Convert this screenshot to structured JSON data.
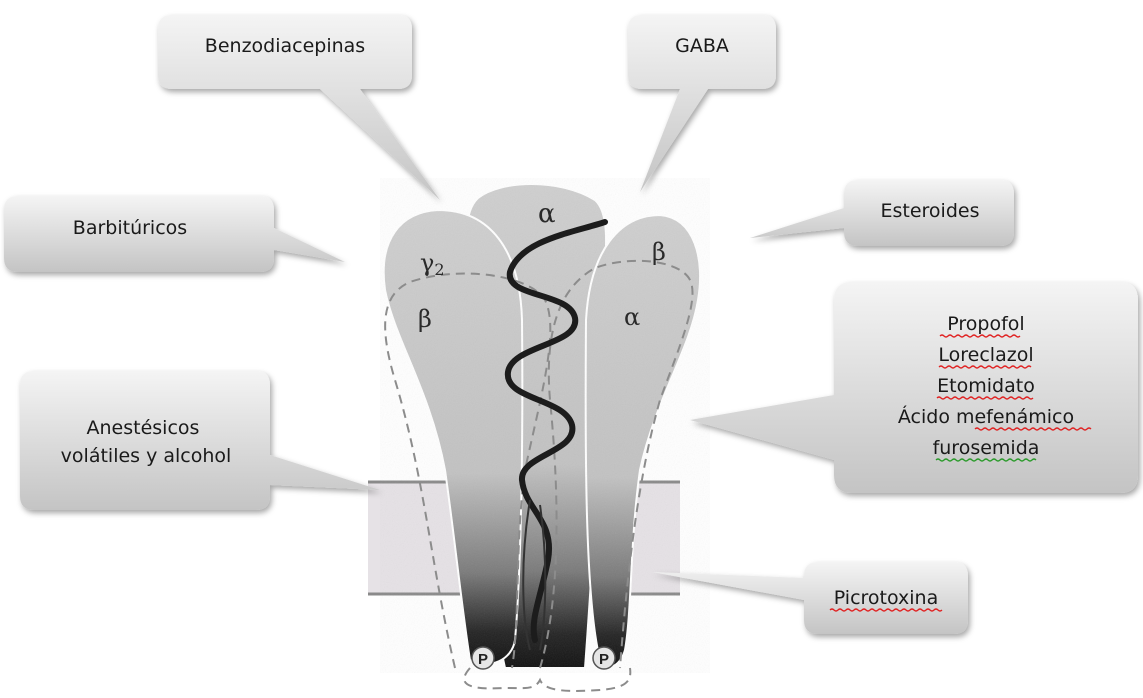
{
  "callouts": {
    "benzodiacepinas": "Benzodiacepinas",
    "gaba": "GABA",
    "barbituricos": "Barbitúricos",
    "esteroides": "Esteroides",
    "anestesicos": [
      "Anestésicos",
      "volátiles y alcohol"
    ],
    "group": [
      "Propofol",
      "Loreclazol",
      "Etomidato",
      "Ácido mefenámico",
      "furosemida"
    ],
    "picrotoxina": "Picrotoxina"
  },
  "subunits": {
    "center_alpha": "α",
    "left_gamma": "γ",
    "left_gamma_sub": "2",
    "left_beta": "β",
    "right_beta": "β",
    "right_alpha": "α"
  },
  "phosphate": [
    "P",
    "P"
  ],
  "colors": {
    "callout_fill_top": "#f2f2f2",
    "callout_fill_bottom": "#c9c9c9",
    "subunit_gray": "#c8c8c8",
    "subunit_dark": "#1e1e1e",
    "membrane": "#e7e3e7",
    "spell_underline_red": "#e02020",
    "spell_underline_green": "#2a9a2a"
  }
}
